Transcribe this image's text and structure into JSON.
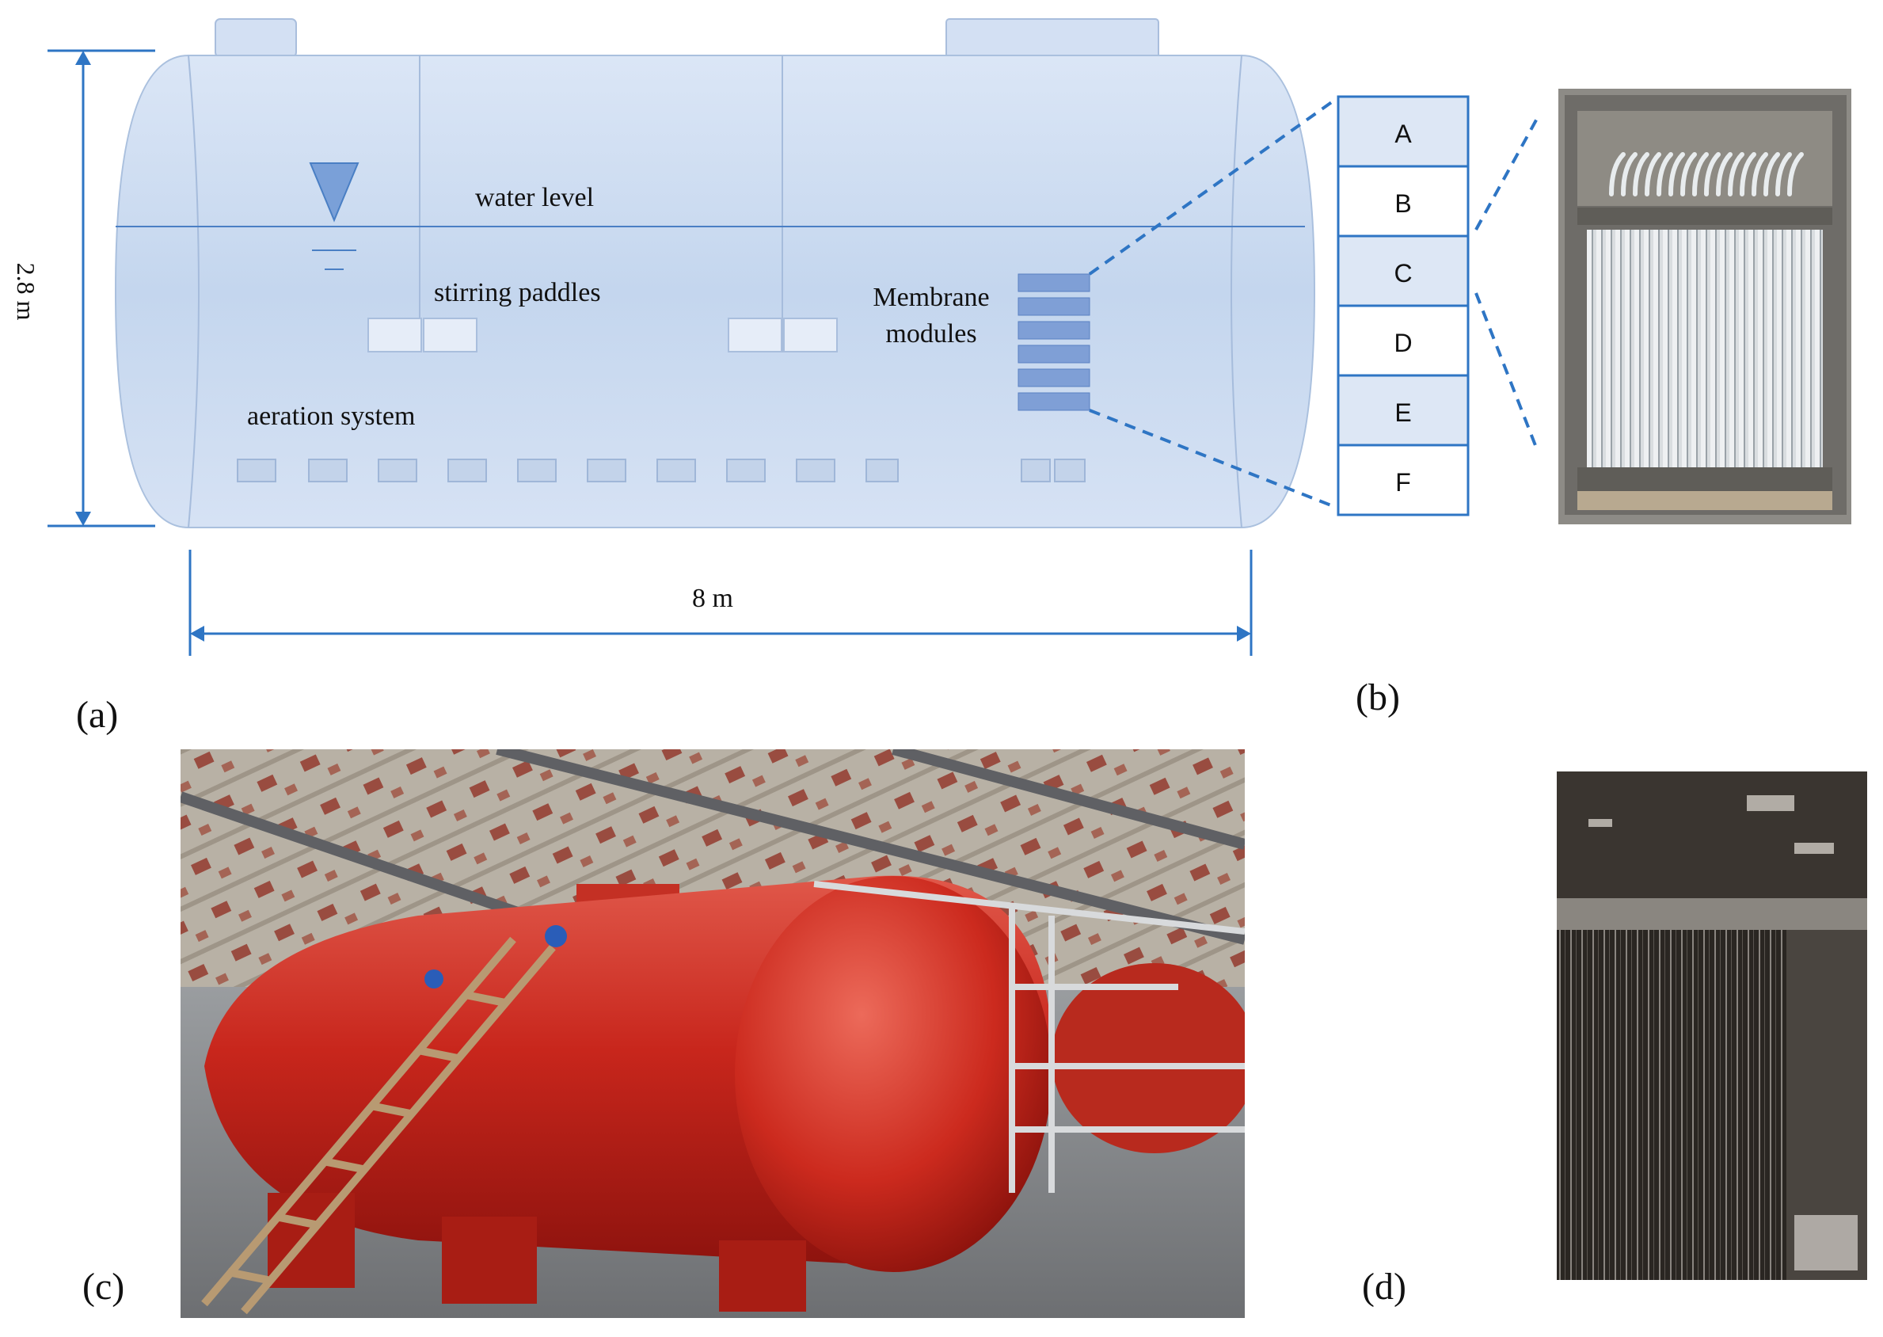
{
  "panel_a": {
    "label": "(a)",
    "dimension_height": "2.8 m",
    "dimension_length": "8 m",
    "water_level_label": "water level",
    "stirring_label": "stirring paddles",
    "membrane_label_line1": "Membrane",
    "membrane_label_line2": "modules",
    "aeration_label": "aeration system"
  },
  "panel_b": {
    "label": "(b)",
    "module_stack": [
      "A",
      "B",
      "C",
      "D",
      "E",
      "F"
    ]
  },
  "panel_c": {
    "label": "(c)"
  },
  "panel_d": {
    "label": "(d)"
  },
  "colors": {
    "tank_fill": "#c9daf0",
    "line_blue": "#2e75c4",
    "module_blue": "#7f9fd6",
    "tank_red": "#c8261c",
    "dark_membrane": "#2a2622"
  }
}
